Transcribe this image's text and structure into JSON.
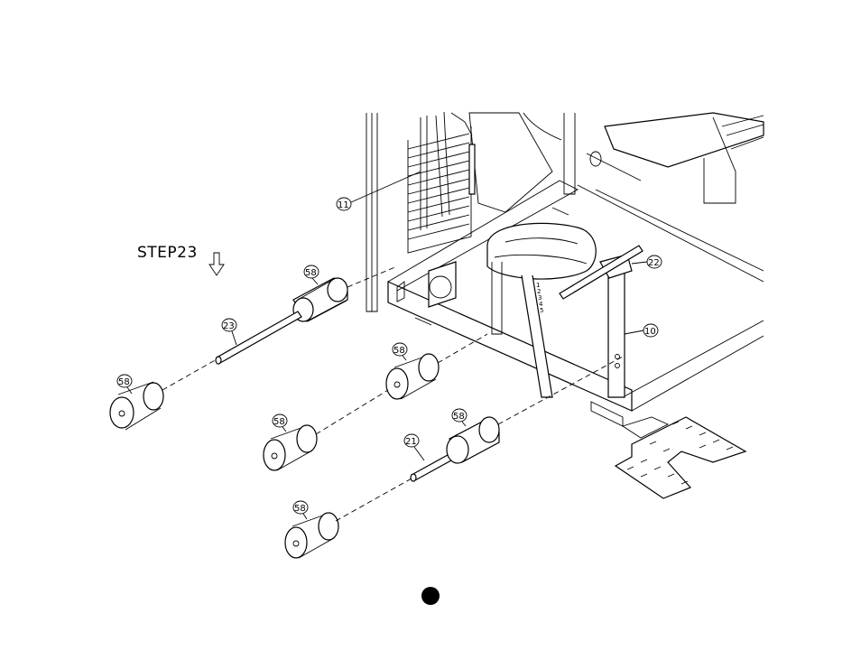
{
  "step": {
    "label": "STEP23"
  },
  "parts": {
    "p58a": "58",
    "p58b": "58",
    "p58c": "58",
    "p58d": "58",
    "p58e": "58",
    "p58f": "58",
    "p23": "23",
    "p21": "21",
    "p22": "22",
    "p10": "10",
    "p11": "11"
  },
  "scale_marks": [
    "1",
    "2",
    "3",
    "4",
    "5"
  ]
}
